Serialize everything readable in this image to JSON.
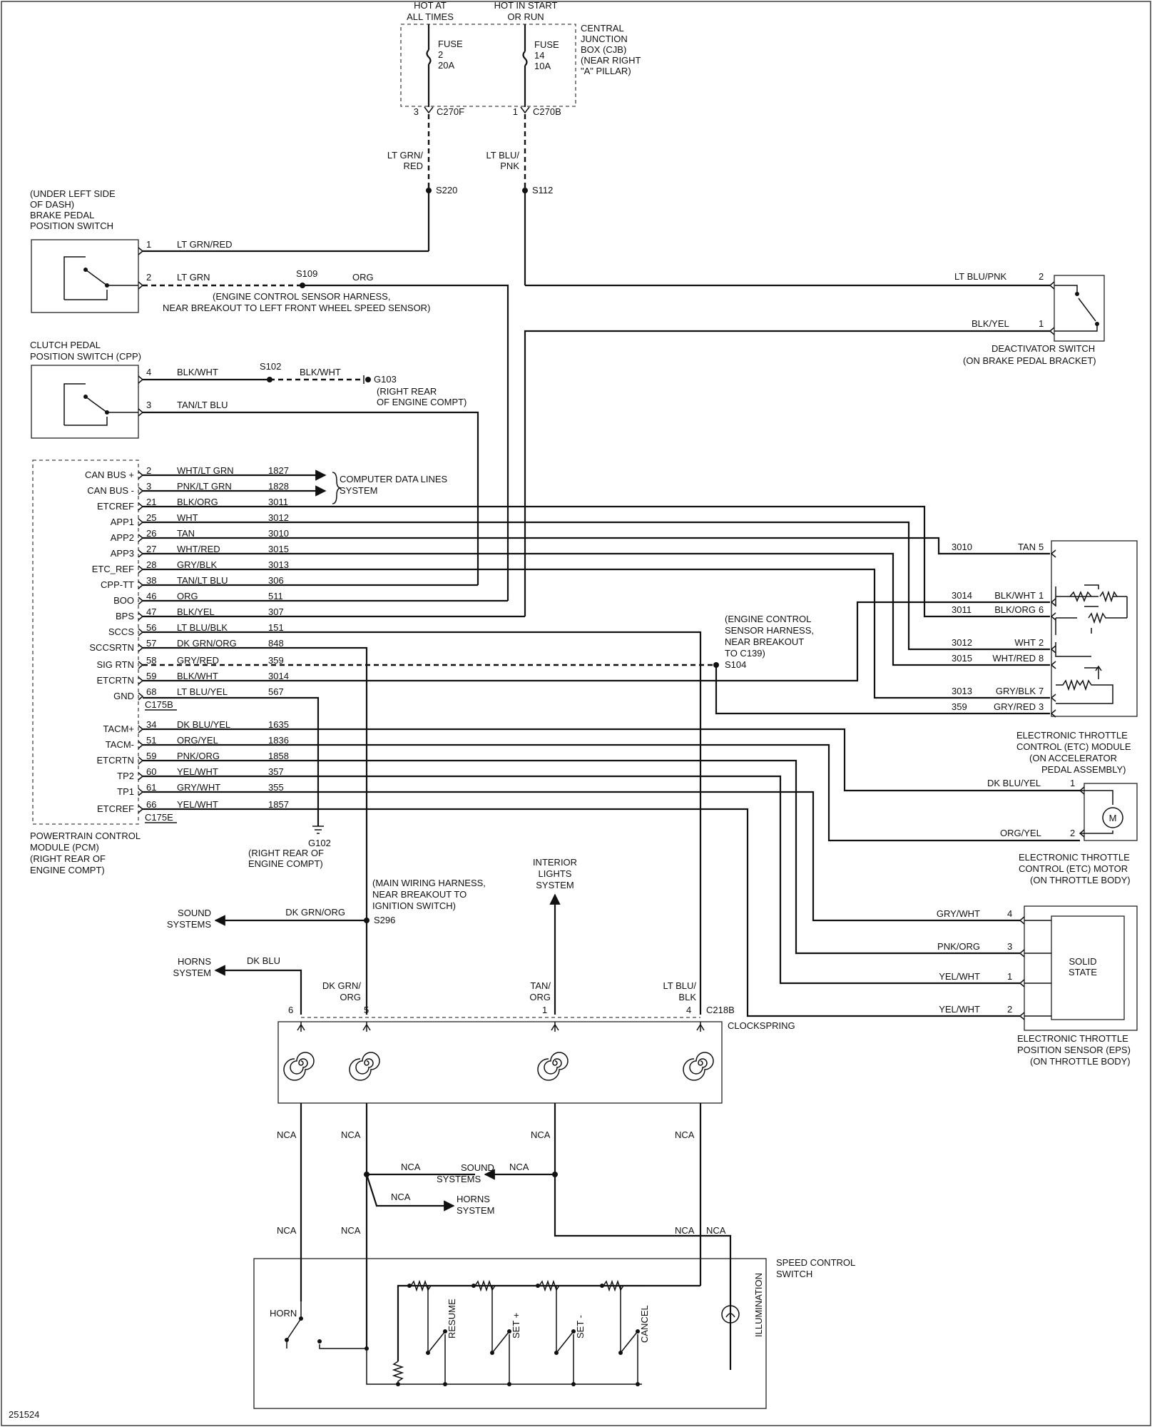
{
  "figure_id": "251524",
  "power": {
    "hot_at_all_times": [
      "HOT AT",
      "ALL TIMES"
    ],
    "hot_in_start_run": [
      "HOT IN START",
      "OR RUN"
    ],
    "fuse2": [
      "FUSE",
      "2",
      "20A"
    ],
    "fuse14": [
      "FUSE",
      "14",
      "10A"
    ],
    "cjb": [
      "CENTRAL",
      "JUNCTION",
      "BOX (CJB)",
      "(NEAR RIGHT",
      "\"A\" PILLAR)"
    ],
    "c270f_pin": "3",
    "c270f": "C270F",
    "c270b_pin": "1",
    "c270b": "C270B",
    "wire_ltgrn_red": [
      "LT GRN/",
      "RED"
    ],
    "wire_ltblu_pnk": [
      "LT BLU/",
      "PNK"
    ],
    "s220": "S220",
    "s112": "S112"
  },
  "bpp": {
    "title": [
      "(UNDER LEFT SIDE",
      "OF DASH)",
      "BRAKE PEDAL",
      "POSITION SWITCH"
    ],
    "pin1": "1",
    "wire1": "LT GRN/RED",
    "pin2": "2",
    "wire2": "LT GRN",
    "s109": "S109",
    "org": "ORG",
    "harness_note": [
      "(ENGINE CONTROL SENSOR HARNESS,",
      "NEAR BREAKOUT TO LEFT FRONT WHEEL SPEED SENSOR)"
    ]
  },
  "cpp": {
    "title": [
      "CLUTCH PEDAL",
      "POSITION SWITCH (CPP)"
    ],
    "pin4": "4",
    "wire4": "BLK/WHT",
    "s102": "S102",
    "wire4b": "BLK/WHT",
    "g103": "G103",
    "g103_loc": [
      "(RIGHT REAR",
      "OF ENGINE COMPT)"
    ],
    "pin3": "3",
    "wire3": "TAN/LT BLU"
  },
  "deactivator": {
    "wire2": "LT BLU/PNK",
    "pin2": "2",
    "wire1": "BLK/YEL",
    "pin1": "1",
    "title": [
      "DEACTIVATOR SWITCH",
      "(ON BRAKE PEDAL BRACKET)"
    ]
  },
  "pcm": {
    "rows": [
      {
        "name": "CAN BUS +",
        "pin": "2",
        "color": "WHT/LT GRN",
        "circuit": "1827"
      },
      {
        "name": "CAN BUS -",
        "pin": "3",
        "color": "PNK/LT GRN",
        "circuit": "1828"
      },
      {
        "name": "ETCREF",
        "pin": "21",
        "color": "BLK/ORG",
        "circuit": "3011"
      },
      {
        "name": "APP1",
        "pin": "25",
        "color": "WHT",
        "circuit": "3012"
      },
      {
        "name": "APP2",
        "pin": "26",
        "color": "TAN",
        "circuit": "3010"
      },
      {
        "name": "APP3",
        "pin": "27",
        "color": "WHT/RED",
        "circuit": "3015"
      },
      {
        "name": "ETC_REF",
        "pin": "28",
        "color": "GRY/BLK",
        "circuit": "3013"
      },
      {
        "name": "CPP-TT",
        "pin": "38",
        "color": "TAN/LT BLU",
        "circuit": "306"
      },
      {
        "name": "BOO",
        "pin": "46",
        "color": "ORG",
        "circuit": "511"
      },
      {
        "name": "BPS",
        "pin": "47",
        "color": "BLK/YEL",
        "circuit": "307"
      },
      {
        "name": "SCCS",
        "pin": "56",
        "color": "LT BLU/BLK",
        "circuit": "151"
      },
      {
        "name": "SCCSRTN",
        "pin": "57",
        "color": "DK GRN/ORG",
        "circuit": "848"
      },
      {
        "name": "SIG RTN",
        "pin": "58",
        "color": "GRY/RED",
        "circuit": "359"
      },
      {
        "name": "ETCRTN",
        "pin": "59",
        "color": "BLK/WHT",
        "circuit": "3014"
      },
      {
        "name": "GND",
        "pin": "68",
        "color": "LT BLU/YEL",
        "circuit": "567"
      },
      {
        "name": "TACM+",
        "pin": "34",
        "color": "DK BLU/YEL",
        "circuit": "1635"
      },
      {
        "name": "TACM-",
        "pin": "51",
        "color": "ORG/YEL",
        "circuit": "1836"
      },
      {
        "name": "ETCRTN",
        "pin": "59",
        "color": "PNK/ORG",
        "circuit": "1858"
      },
      {
        "name": "TP2",
        "pin": "60",
        "color": "YEL/WHT",
        "circuit": "357"
      },
      {
        "name": "TP1",
        "pin": "61",
        "color": "GRY/WHT",
        "circuit": "355"
      },
      {
        "name": "ETCREF",
        "pin": "66",
        "color": "YEL/WHT",
        "circuit": "1857"
      }
    ],
    "c175b": "C175B",
    "c175e": "C175E",
    "data_lines": [
      "COMPUTER DATA LINES",
      "SYSTEM"
    ],
    "title": [
      "POWERTRAIN CONTROL",
      "MODULE (PCM)",
      "(RIGHT REAR OF",
      "ENGINE COMPT)"
    ],
    "g102": "G102",
    "g102_loc": [
      "(RIGHT REAR OF",
      "ENGINE COMPT)"
    ]
  },
  "etc_module": {
    "rows": [
      {
        "circuit": "3010",
        "color": "TAN",
        "pin": "5"
      },
      {
        "circuit": "3014",
        "color": "BLK/WHT",
        "pin": "1"
      },
      {
        "circuit": "3011",
        "color": "BLK/ORG",
        "pin": "6"
      },
      {
        "circuit": "3012",
        "color": "WHT",
        "pin": "2"
      },
      {
        "circuit": "3015",
        "color": "WHT/RED",
        "pin": "8"
      },
      {
        "circuit": "3013",
        "color": "GRY/BLK",
        "pin": "7"
      },
      {
        "circuit": "359",
        "color": "GRY/RED",
        "pin": "3"
      }
    ],
    "title": [
      "ELECTRONIC THROTTLE",
      "CONTROL (ETC) MODULE",
      "(ON ACCELERATOR",
      "PEDAL ASSEMBLY)"
    ],
    "s104_note": [
      "(ENGINE CONTROL",
      "SENSOR HARNESS,",
      "NEAR BREAKOUT",
      "TO C139)"
    ],
    "s104": "S104"
  },
  "etc_motor": {
    "wire1": "DK BLU/YEL",
    "pin1": "1",
    "wire2": "ORG/YEL",
    "pin2": "2",
    "motor": "M",
    "title": [
      "ELECTRONIC THROTTLE",
      "CONTROL (ETC) MOTOR",
      "(ON THROTTLE BODY)"
    ]
  },
  "eps": {
    "rows": [
      {
        "color": "GRY/WHT",
        "pin": "4"
      },
      {
        "color": "PNK/ORG",
        "pin": "3"
      },
      {
        "color": "YEL/WHT",
        "pin": "1"
      },
      {
        "color": "YEL/WHT",
        "pin": "2"
      }
    ],
    "solid_state": [
      "SOLID",
      "STATE"
    ],
    "title": [
      "ELECTRONIC THROTTLE",
      "POSITION SENSOR (EPS)",
      "(ON THROTTLE BODY)"
    ]
  },
  "lower": {
    "s296_note": [
      "(MAIN WIRING HARNESS,",
      "NEAR BREAKOUT TO",
      "IGNITION SWITCH)"
    ],
    "s296": "S296",
    "sound_systems": [
      "SOUND",
      "SYSTEMS"
    ],
    "dkgrn_org": "DK GRN/ORG",
    "horns_system": [
      "HORNS",
      "SYSTEM"
    ],
    "dkblu": "DK BLU",
    "interior": [
      "INTERIOR",
      "LIGHTS",
      "SYSTEM"
    ],
    "wire5": [
      "DK GRN/",
      "ORG"
    ],
    "wire1": [
      "TAN/",
      "ORG"
    ],
    "wire4": [
      "LT BLU/",
      "BLK"
    ],
    "pin6": "6",
    "pin5": "5",
    "pin1": "1",
    "pin4": "4",
    "c218b": "C218B",
    "clockspring": "CLOCKSPRING",
    "nca": "NCA",
    "sound2": [
      "SOUND",
      "SYSTEMS"
    ],
    "horns2": [
      "HORNS",
      "SYSTEM"
    ],
    "speed_control": [
      "SPEED CONTROL",
      "SWITCH"
    ],
    "horn": "HORN",
    "resume": "RESUME",
    "set_plus": "SET +",
    "set_minus": "SET -",
    "cancel": "CANCEL",
    "illumination": "ILLUMINATION"
  }
}
